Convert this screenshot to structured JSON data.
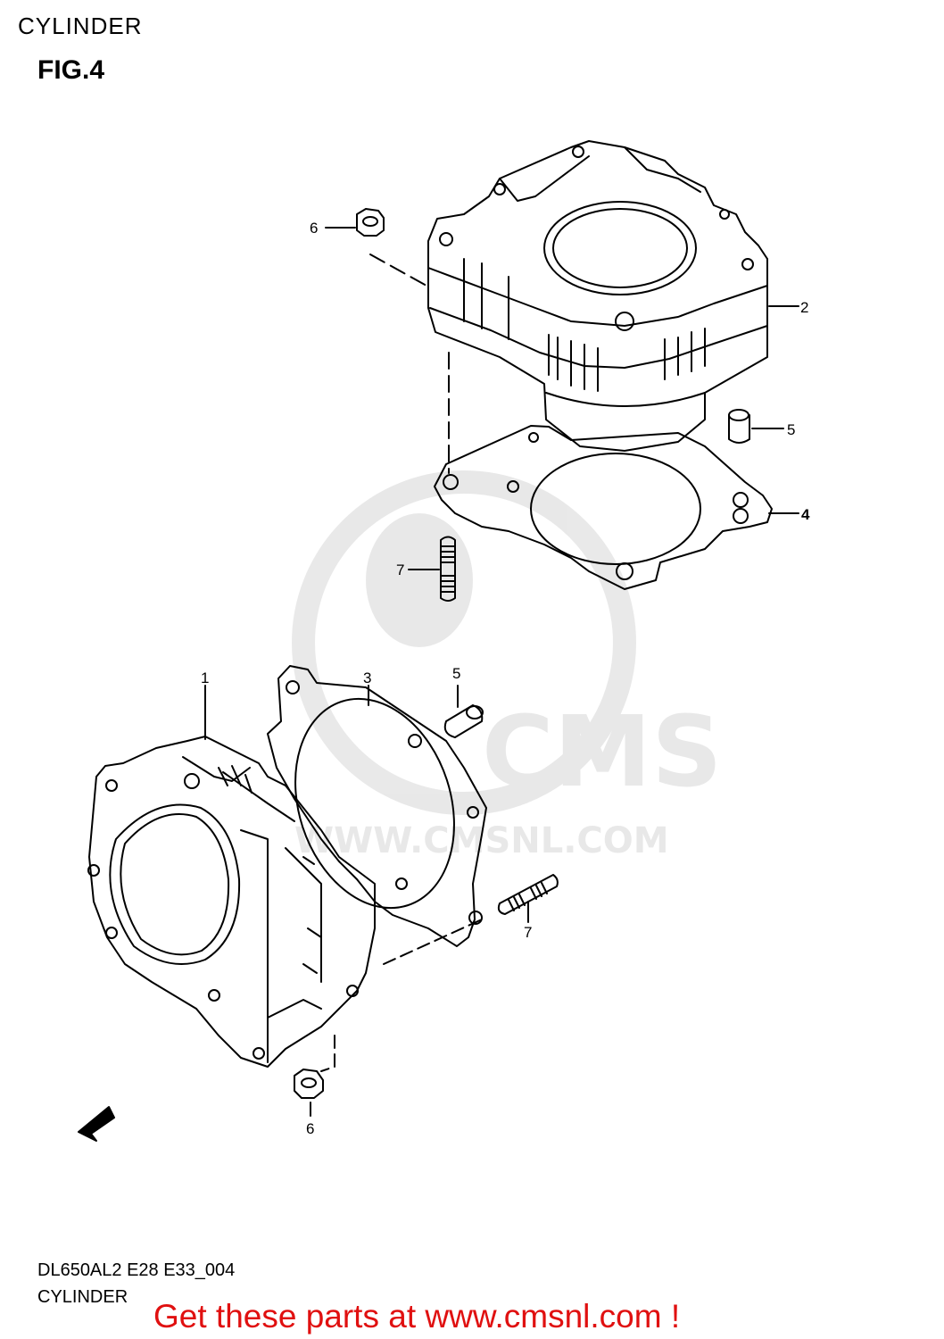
{
  "header": {
    "title": "CYLINDER"
  },
  "figure": {
    "label": "FIG.4"
  },
  "watermark": {
    "brand": "CMS",
    "url": "WWW.CMSNL.COM"
  },
  "callouts": {
    "c1": "1",
    "c2": "2",
    "c3": "3",
    "c4": "4",
    "c5_top": "5",
    "c5_bottom": "5",
    "c6_top": "6",
    "c6_bottom": "6",
    "c7_top": "7",
    "c7_bottom": "7"
  },
  "fwd_label": "FWD",
  "footer": {
    "model_code": "DL650AL2 E28 E33_004",
    "section_name": "CYLINDER",
    "promo_text": "Get these parts at www.cmsnl.com !"
  },
  "colors": {
    "promo": "#e01010",
    "watermark": "#d0d0d0",
    "line": "#000000"
  }
}
